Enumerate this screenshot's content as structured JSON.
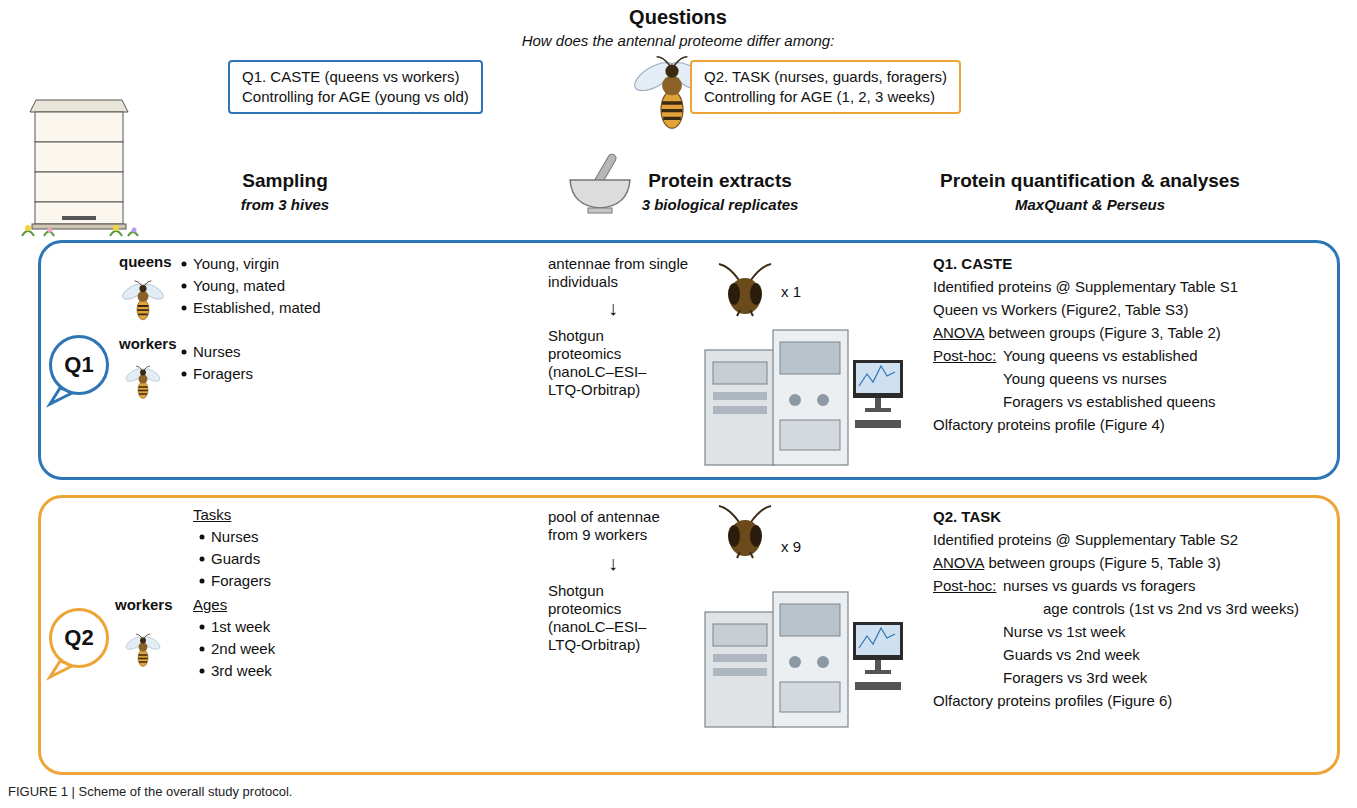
{
  "diagram": {
    "title": "Questions",
    "caption": "FIGURE 1 | Scheme of the overall study protocol.",
    "nodes": [
      {
        "text": [
          "Q1. CASTE (queens vs workers)",
          "Controlling for AGE (young vs old)"
        ]
      },
      {
        "text": [
          "Q2. TASK (nurses, guards, foragers)",
          "Controlling for AGE (1, 2, 3 weeks)"
        ]
      },
      {
        "text": [
          "queens",
          "Young, virgin",
          "Young, mated",
          "Established, mated",
          "workers",
          "Nurses",
          "Foragers",
          "antennae from single individuals",
          "x 1",
          "↓",
          "Shotgun proteomics (nanoLC–ESI–LTQ-Orbitrap)",
          "Q1. CASTE",
          "Identified proteins @ Supplementary Table S1",
          "Queen vs Workers (Figure2, Table S3)",
          "ANOVA",
          "between groups (Figure 3, Table 2)",
          "Post-hoc:",
          "Young queens vs established",
          "Young queens vs nurses",
          "Foragers vs established queens",
          "Olfactory proteins profile (Figure 4)"
        ]
      },
      {
        "text": [
          "Q1"
        ],
        "in": 2
      },
      {
        "text": [
          "workers",
          "Tasks",
          "Nurses",
          "Guards",
          "Foragers",
          "Ages",
          "1st week",
          "2nd week",
          "3rd week",
          "pool of antennae from 9 workers",
          "x 9",
          "↓",
          "Shotgun proteomics (nanoLC–ESI–LTQ-Orbitrap)",
          "Q2. TASK",
          "Identified proteins @ Supplementary Table S2",
          "ANOVA",
          "between groups (Figure 5, Table 3)",
          "Post-hoc:",
          "nurses vs guards vs foragers",
          "age controls (1st vs 2nd vs 3rd weeks)",
          "Nurse vs 1st week",
          "Guards vs 2nd week",
          "Foragers vs 3rd week",
          "Olfactory proteins profiles (Figure 6)"
        ]
      },
      {
        "text": [
          "Q2"
        ],
        "in": 4
      }
    ],
    "labels": [
      "How does the antennal proteome differ among:",
      "Sampling",
      "from 3 hives",
      "Protein extracts",
      "3 biological replicates",
      "Protein quantification & analyses",
      "MaxQuant & Perseus"
    ]
  }
}
